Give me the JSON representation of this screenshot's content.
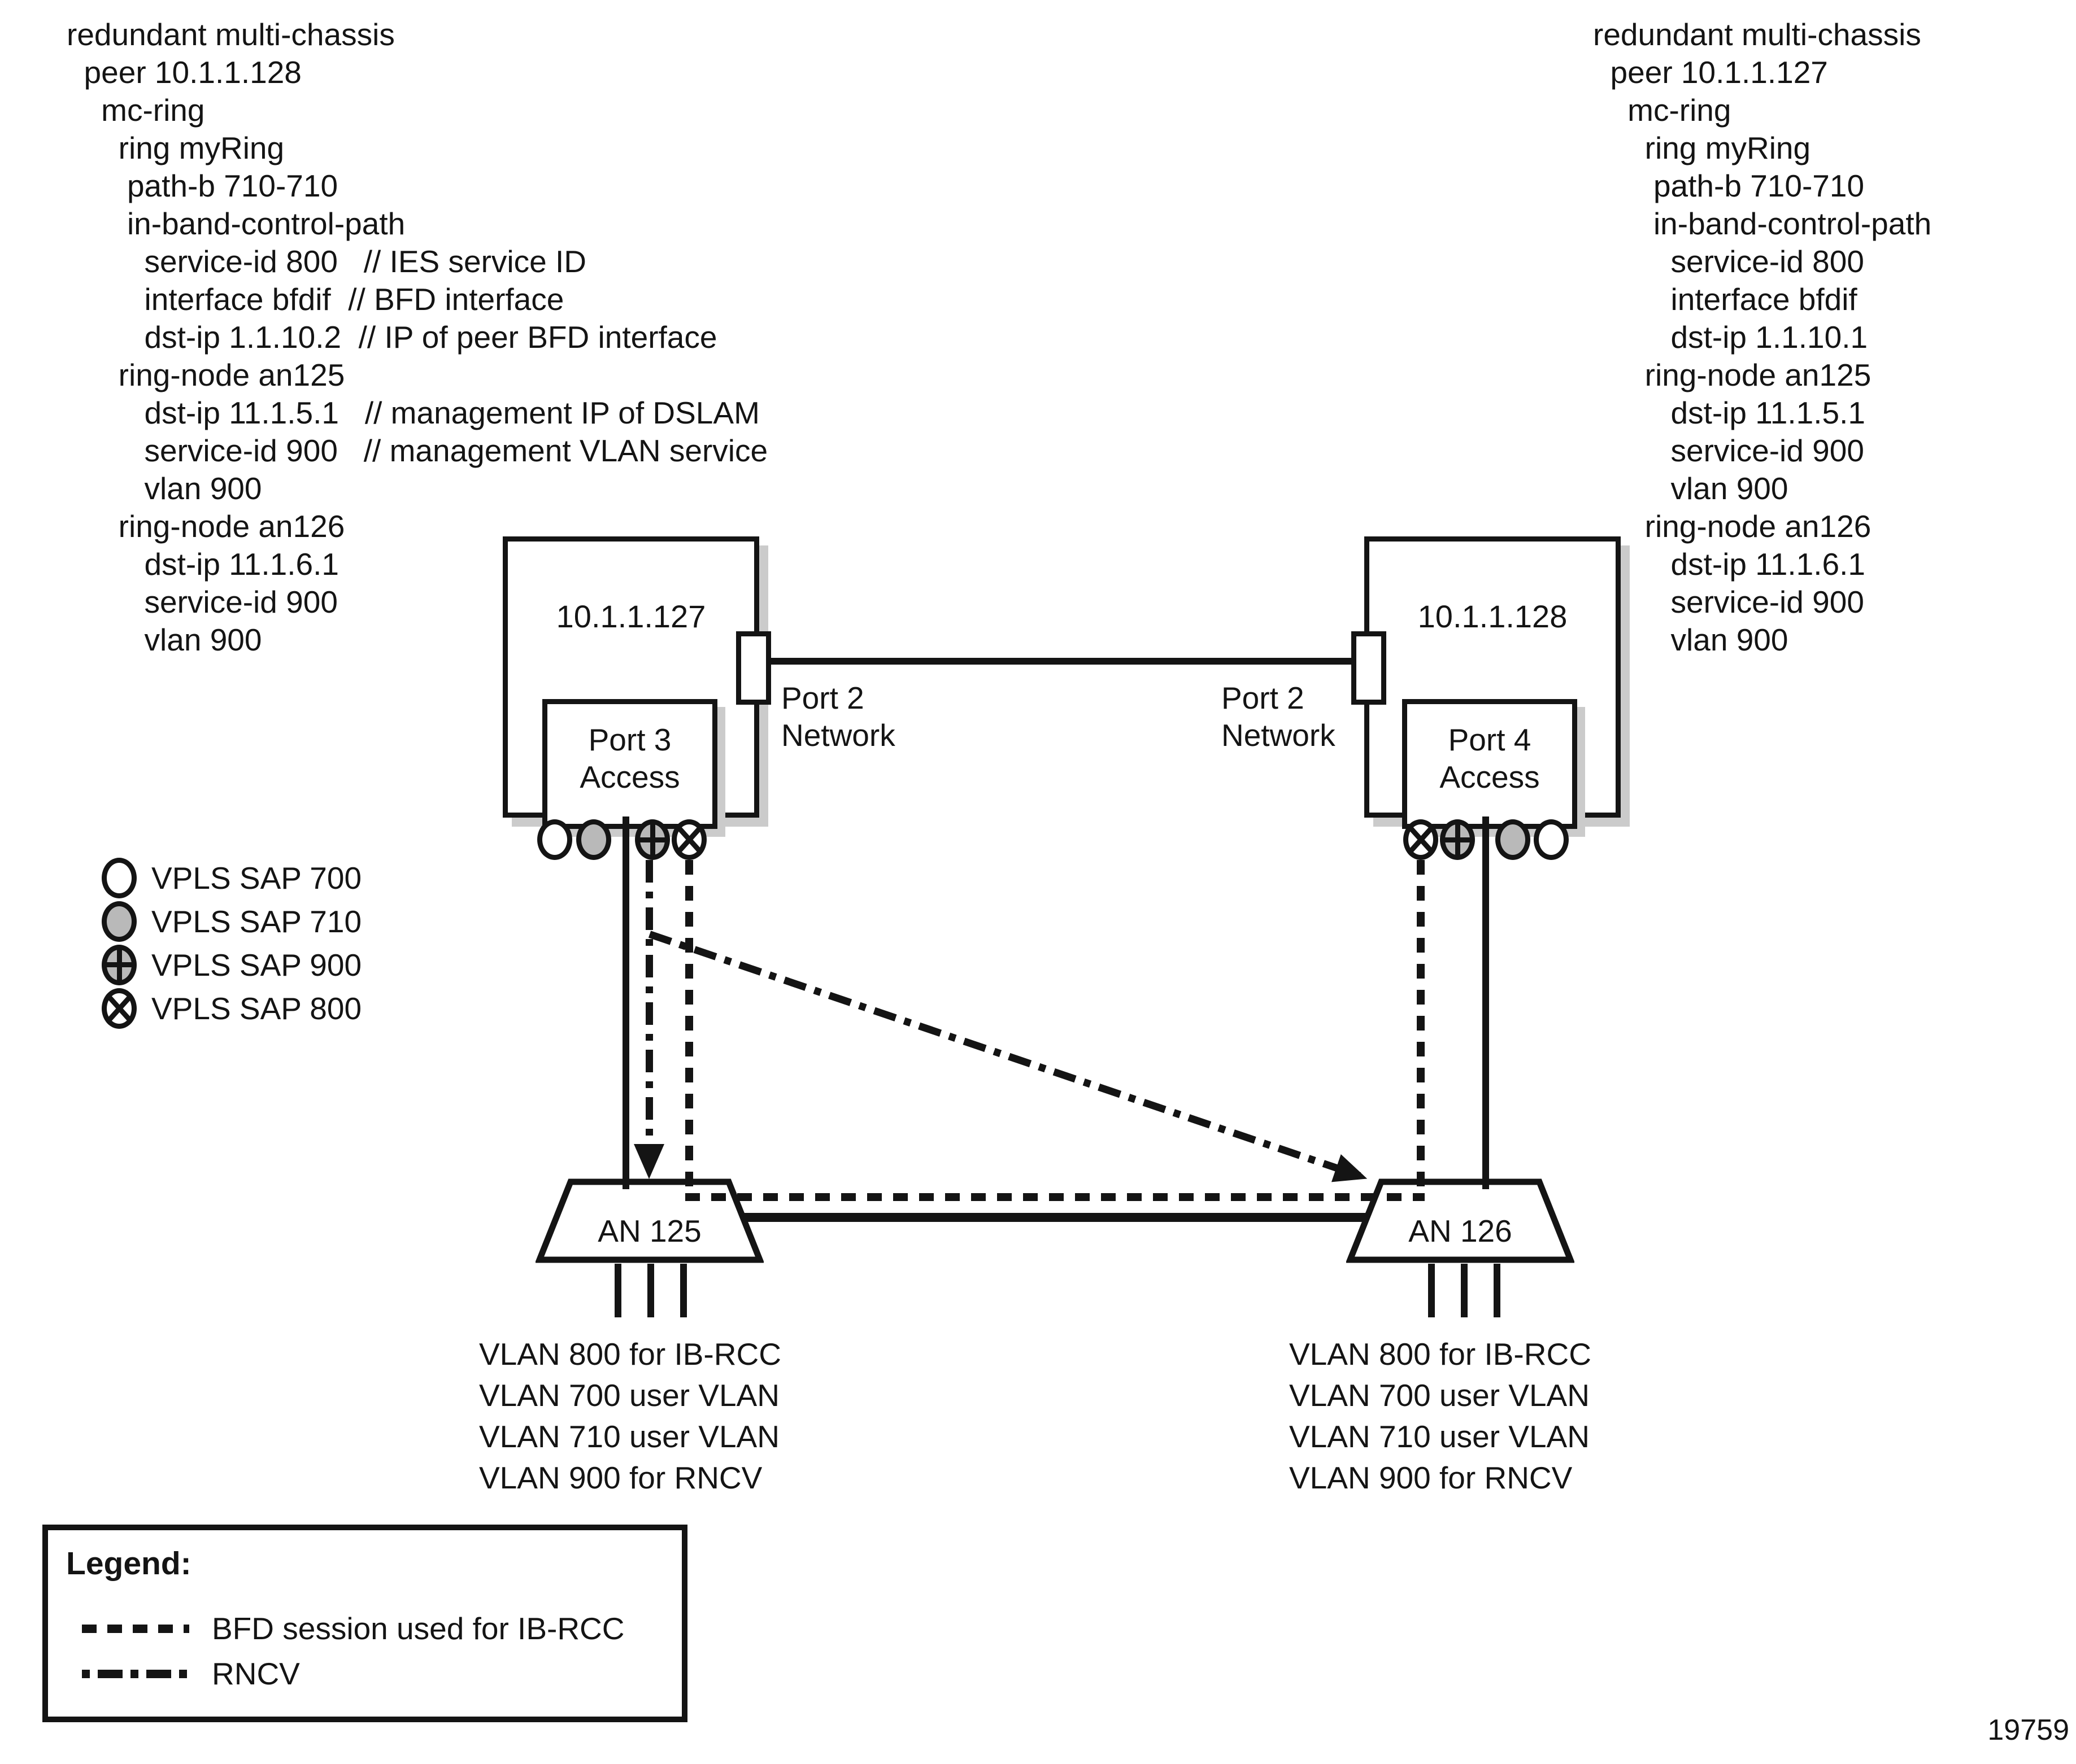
{
  "colors": {
    "ink": "#141414",
    "sap_gray_fill": "#b9b9b9",
    "box_shadow": "#cbcbcb",
    "background": "#ffffff"
  },
  "figure_number": "19759",
  "left_config_lines": [
    "redundant multi-chassis",
    "  peer 10.1.1.128",
    "    mc-ring",
    "      ring myRing",
    "       path-b 710-710",
    "       in-band-control-path",
    "         service-id 800   // IES service ID",
    "         interface bfdif  // BFD interface",
    "         dst-ip 1.1.10.2  // IP of peer BFD interface",
    "      ring-node an125",
    "         dst-ip 11.1.5.1   // management IP of DSLAM",
    "         service-id 900   // management VLAN service",
    "         vlan 900",
    "      ring-node an126",
    "         dst-ip 11.1.6.1",
    "         service-id 900",
    "         vlan 900"
  ],
  "right_config_lines": [
    "redundant multi-chassis",
    "  peer 10.1.1.127",
    "    mc-ring",
    "      ring myRing",
    "       path-b 710-710",
    "       in-band-control-path",
    "         service-id 800",
    "         interface bfdif",
    "         dst-ip 1.1.10.1",
    "      ring-node an125",
    "         dst-ip 11.1.5.1",
    "         service-id 900",
    "         vlan 900",
    "      ring-node an126",
    "         dst-ip 11.1.6.1",
    "         service-id 900",
    "         vlan 900"
  ],
  "sap_legend": [
    {
      "sap": "700",
      "label": "VPLS SAP 700"
    },
    {
      "sap": "710",
      "label": "VPLS SAP 710"
    },
    {
      "sap": "900",
      "label": "VPLS SAP 900"
    },
    {
      "sap": "800",
      "label": "VPLS SAP 800"
    }
  ],
  "routers": {
    "left": {
      "ip": "10.1.1.127",
      "access_port": {
        "line1": "Port 3",
        "line2": "Access"
      },
      "network_port": {
        "line1": "Port 2",
        "line2": "Network"
      },
      "saps": [
        "700",
        "710",
        "900",
        "800"
      ]
    },
    "right": {
      "ip": "10.1.1.128",
      "access_port": {
        "line1": "Port 4",
        "line2": "Access"
      },
      "network_port": {
        "line1": "Port 2",
        "line2": "Network"
      },
      "saps": [
        "800",
        "900",
        "710",
        "700"
      ]
    }
  },
  "access_nodes": {
    "left": {
      "label": "AN 125"
    },
    "right": {
      "label": "AN 126"
    }
  },
  "vlan_list": [
    "VLAN 800 for IB-RCC",
    "VLAN 700 user VLAN",
    "VLAN 710 user VLAN",
    "VLAN 900 for RNCV"
  ],
  "legend": {
    "title": "Legend:",
    "items": [
      {
        "style": "bfd",
        "label": "BFD session used for IB-RCC"
      },
      {
        "style": "rncv",
        "label": "RNCV"
      }
    ]
  }
}
